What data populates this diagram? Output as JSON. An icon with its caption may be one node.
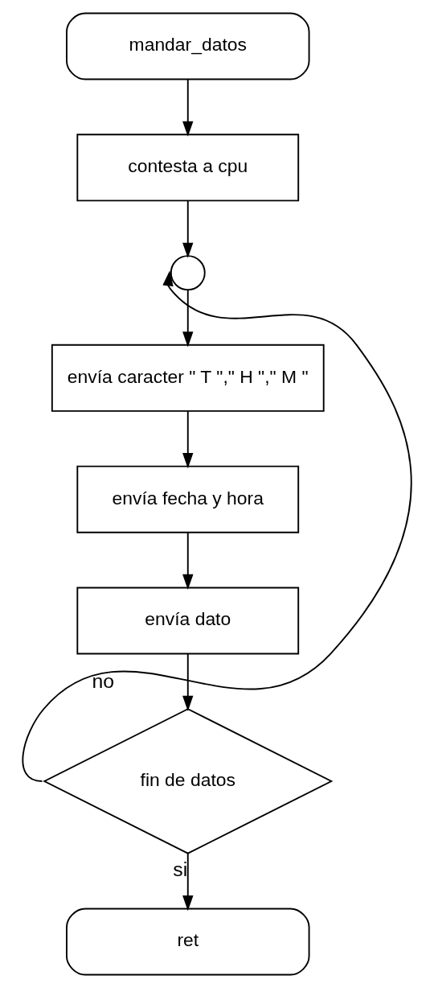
{
  "diagram": {
    "nodes": [
      {
        "text": [
          "mandar_datos"
        ]
      },
      {
        "text": [
          "contesta a cpu"
        ]
      },
      {
        "text": [],
        "shape": "circle"
      },
      {
        "text": [
          "envía caracter \" T \",\" H \",\" M \""
        ]
      },
      {
        "text": [
          "envía fecha y hora"
        ]
      },
      {
        "text": [
          "envía dato"
        ]
      },
      {
        "text": [
          "fin de datos"
        ]
      },
      {
        "text": [
          "ret"
        ]
      }
    ],
    "edges": [
      {
        "from": 0,
        "to": 1,
        "arrow": "to"
      },
      {
        "from": 1,
        "to": 2,
        "arrow": "to"
      },
      {
        "from": 2,
        "to": 3,
        "arrow": "to"
      },
      {
        "from": 3,
        "to": 4,
        "arrow": "to"
      },
      {
        "from": 4,
        "to": 5,
        "arrow": "to"
      },
      {
        "from": 5,
        "to": 6,
        "arrow": "to"
      },
      {
        "from": 6,
        "to": 2,
        "arrow": "to",
        "label": "no"
      },
      {
        "from": 6,
        "to": 7,
        "arrow": "to",
        "label": "si"
      }
    ]
  }
}
